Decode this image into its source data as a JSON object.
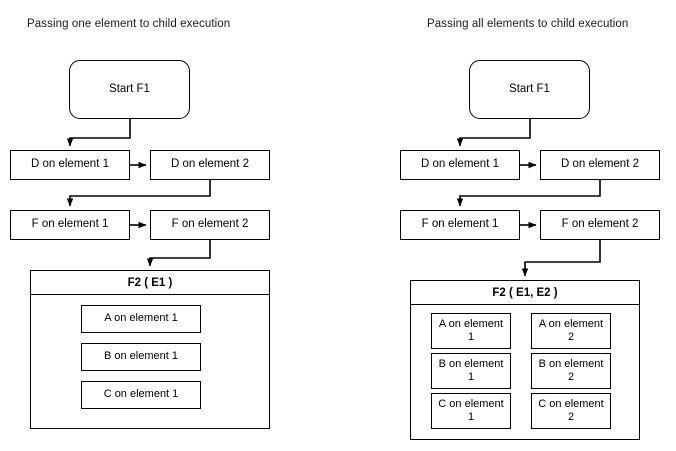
{
  "diagram": {
    "type": "flowchart",
    "panels": [
      {
        "id": "left",
        "title": "Passing one element to child execution",
        "start": {
          "label": "Start F1"
        },
        "row_d": [
          {
            "label": "D on element 1"
          },
          {
            "label": "D on element 2"
          }
        ],
        "row_f": [
          {
            "label": "F on element 1"
          },
          {
            "label": "F on element 2"
          }
        ],
        "group": {
          "header": "F2 ( E1 )",
          "columns": [
            {
              "items": [
                {
                  "label": "A on element 1"
                },
                {
                  "label": "B on element 1"
                },
                {
                  "label": "C on element 1"
                }
              ]
            }
          ]
        }
      },
      {
        "id": "right",
        "title": "Passing all elements to child execution",
        "start": {
          "label": "Start F1"
        },
        "row_d": [
          {
            "label": "D on element 1"
          },
          {
            "label": "D on element 2"
          }
        ],
        "row_f": [
          {
            "label": "F on element 1"
          },
          {
            "label": "F on element 2"
          }
        ],
        "group": {
          "header": "F2 ( E1, E2 )",
          "columns": [
            {
              "items": [
                {
                  "label": "A on element 1"
                },
                {
                  "label": "B on element 1"
                },
                {
                  "label": "C on element 1"
                }
              ]
            },
            {
              "items": [
                {
                  "label": "A on element 2"
                },
                {
                  "label": "B on element 2"
                },
                {
                  "label": "C on element 2"
                }
              ]
            }
          ]
        }
      }
    ],
    "colors": {
      "stroke": "#000000",
      "fill": "#ffffff",
      "text": "#000000",
      "background": "#ffffff"
    }
  }
}
